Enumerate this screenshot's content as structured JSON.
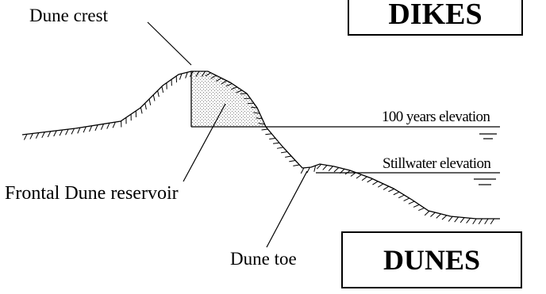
{
  "labels": {
    "dune_crest": "Dune crest",
    "frontal_dune_reservoir": "Frontal Dune reservoir",
    "dune_toe": "Dune toe",
    "elevation_100_years": "100 years elevation",
    "stillwater_elevation": "Stillwater elevation"
  },
  "boxes": {
    "dikes": "DIKES",
    "dunes": "DUNES"
  },
  "colors": {
    "ink": "#000000",
    "background": "#ffffff",
    "reservoir_stipple": "#7a7a7a"
  }
}
